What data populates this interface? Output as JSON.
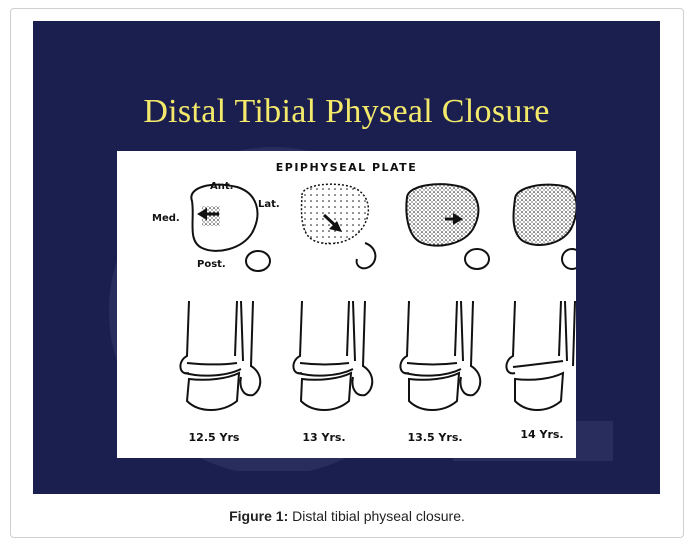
{
  "slide": {
    "title": "Distal Tibial Physeal Closure",
    "background": "#1b1f4f",
    "title_color": "#f3e96a"
  },
  "diagram": {
    "plate_title": "EPIPHYSEAL PLATE",
    "orientation": {
      "anterior": "Ant.",
      "lateral": "Lat.",
      "medial": "Med.",
      "posterior": "Post."
    },
    "stages": [
      {
        "age": "12.5 Yrs",
        "closure_direction": "medial",
        "closure_fraction": 0.1
      },
      {
        "age": "13 Yrs.",
        "closure_direction": "medial-to-lateral",
        "closure_fraction": 0.45
      },
      {
        "age": "13.5 Yrs.",
        "closure_direction": "medial-to-lateral",
        "closure_fraction": 0.85
      },
      {
        "age": "14 Yrs.",
        "closure_direction": "none",
        "closure_fraction": 1.0
      }
    ]
  },
  "caption": {
    "label": "Figure 1:",
    "text": " Distal tibial physeal closure."
  }
}
